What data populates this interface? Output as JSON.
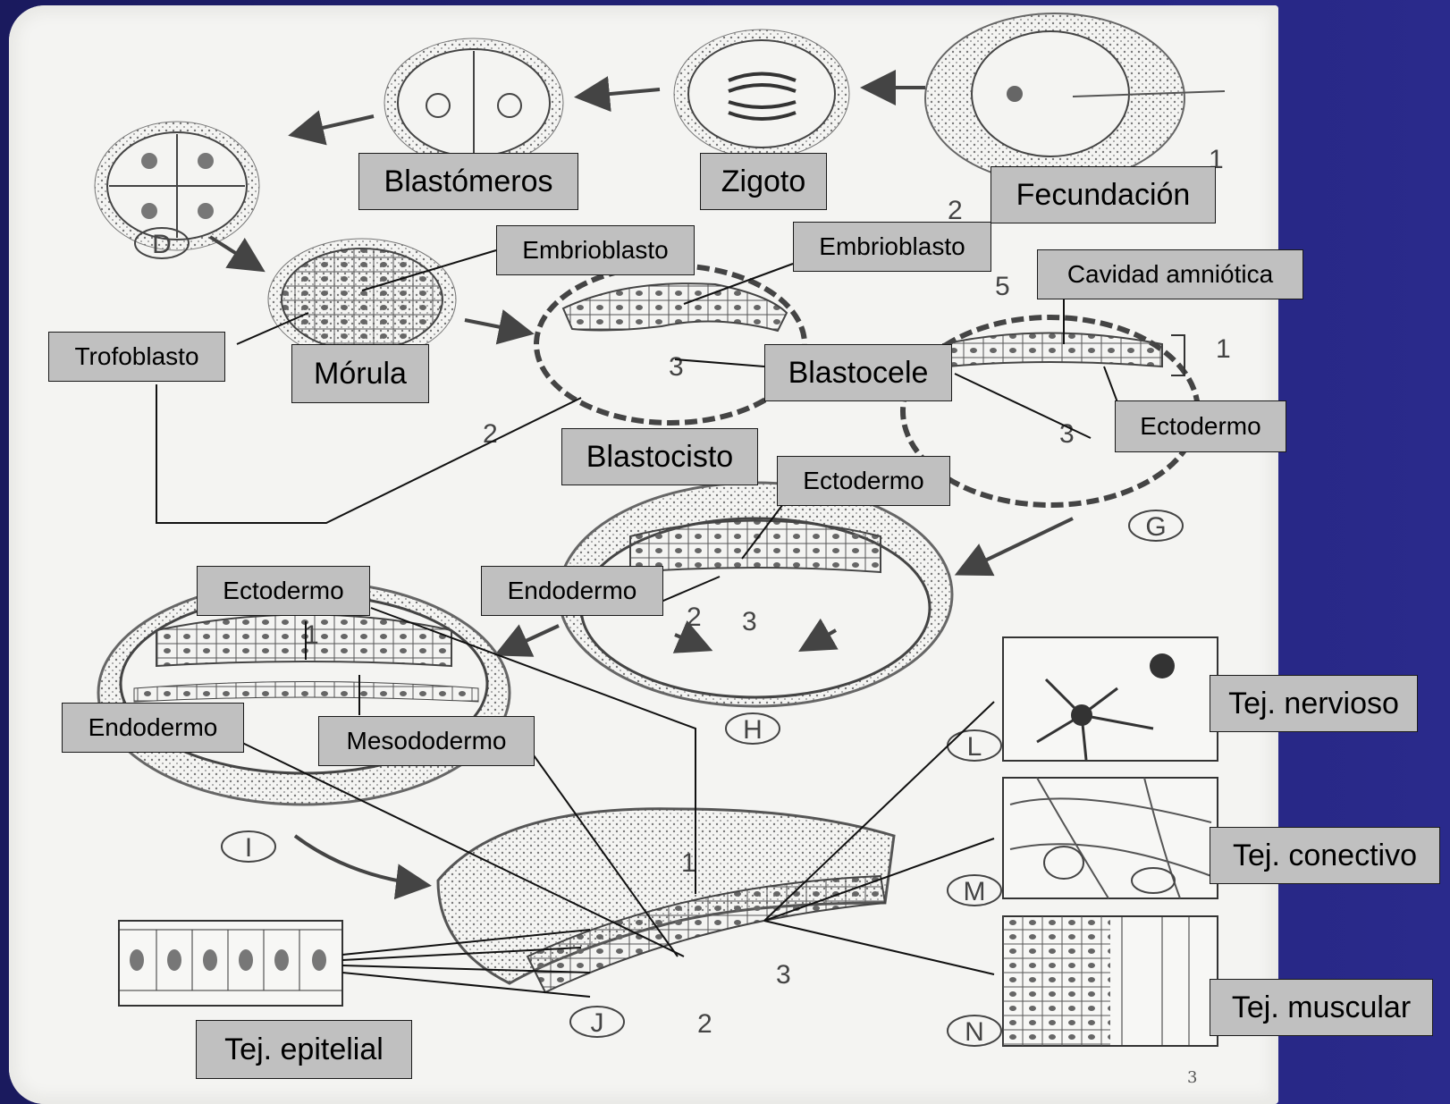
{
  "colors": {
    "label_bg": "#c0c0c0",
    "background": "#23237a",
    "figure_bg": "#f4f4f2",
    "line": "#111111",
    "drawing": "#3a3a3a"
  },
  "labels": {
    "blastomeros": "Blastómeros",
    "zigoto": "Zigoto",
    "fecundacion": "Fecundación",
    "embrioblasto_morula": "Embrioblasto",
    "embrioblasto_blastocisto": "Embrioblasto",
    "cavidad_amniotica": "Cavidad amniótica",
    "trofoblasto": "Trofoblasto",
    "morula": "Mórula",
    "blastocele": "Blastocele",
    "ectodermo_g": "Ectodermo",
    "blastocisto": "Blastocisto",
    "ectodermo_h": "Ectodermo",
    "endodermo_h": "Endodermo",
    "ectodermo_i": "Ectodermo",
    "endodermo_i": "Endodermo",
    "mesodermo": "Mesododermo",
    "tej_nervioso": "Tej. nervioso",
    "tej_conectivo": "Tej. conectivo",
    "tej_muscular": "Tej. muscular",
    "tej_epitelial": "Tej. epitelial"
  },
  "stage_letters": {
    "d": "D",
    "g": "G",
    "h": "H",
    "i": "I",
    "j": "J",
    "l": "L",
    "m": "M",
    "n": "N"
  },
  "numerals": {
    "one": "1",
    "two": "2",
    "three": "3",
    "five": "5"
  },
  "plate_number": "3"
}
